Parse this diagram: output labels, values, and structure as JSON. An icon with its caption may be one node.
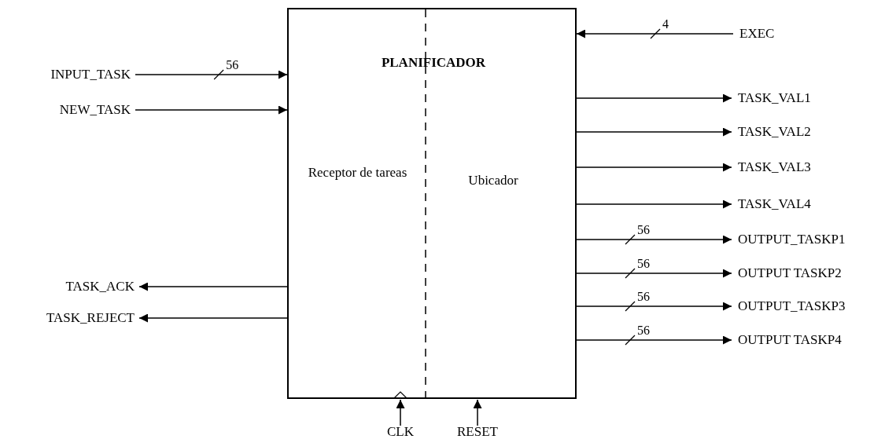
{
  "diagram": {
    "nodes": [
      {
        "text": [
          "PLANIFICADOR",
          "Receptor de tareas",
          "Ubicador"
        ]
      },
      {
        "text": [
          "INPUT_TASK"
        ]
      },
      {
        "text": [
          "NEW_TASK"
        ]
      },
      {
        "text": [
          "TASK_ACK"
        ]
      },
      {
        "text": [
          "TASK_REJECT"
        ]
      },
      {
        "text": [
          "EXEC"
        ]
      },
      {
        "text": [
          "TASK_VAL1"
        ]
      },
      {
        "text": [
          "TASK_VAL2"
        ]
      },
      {
        "text": [
          "TASK_VAL3"
        ]
      },
      {
        "text": [
          "TASK_VAL4"
        ]
      },
      {
        "text": [
          "OUTPUT_TASKP1"
        ]
      },
      {
        "text": [
          "OUTPUT TASKP2"
        ]
      },
      {
        "text": [
          "OUTPUT_TASKP3"
        ]
      },
      {
        "text": [
          "OUTPUT TASKP4"
        ]
      },
      {
        "text": [
          "CLK"
        ]
      },
      {
        "text": [
          "RESET"
        ]
      }
    ],
    "edges": [
      {
        "from": 1,
        "to": 0,
        "arrow": "to",
        "label": "56"
      },
      {
        "from": 2,
        "to": 0,
        "arrow": "to"
      },
      {
        "from": 0,
        "to": 3,
        "arrow": "to"
      },
      {
        "from": 0,
        "to": 4,
        "arrow": "to"
      },
      {
        "from": 5,
        "to": 0,
        "arrow": "to",
        "label": "4"
      },
      {
        "from": 0,
        "to": 6,
        "arrow": "to"
      },
      {
        "from": 0,
        "to": 7,
        "arrow": "to"
      },
      {
        "from": 0,
        "to": 8,
        "arrow": "to"
      },
      {
        "from": 0,
        "to": 9,
        "arrow": "to"
      },
      {
        "from": 0,
        "to": 10,
        "arrow": "to",
        "label": "56"
      },
      {
        "from": 0,
        "to": 11,
        "arrow": "to",
        "label": "56"
      },
      {
        "from": 0,
        "to": 12,
        "arrow": "to",
        "label": "56"
      },
      {
        "from": 0,
        "to": 13,
        "arrow": "to",
        "label": "56"
      },
      {
        "from": 14,
        "to": 0,
        "arrow": "to"
      },
      {
        "from": 15,
        "to": 0,
        "arrow": "to"
      }
    ]
  }
}
